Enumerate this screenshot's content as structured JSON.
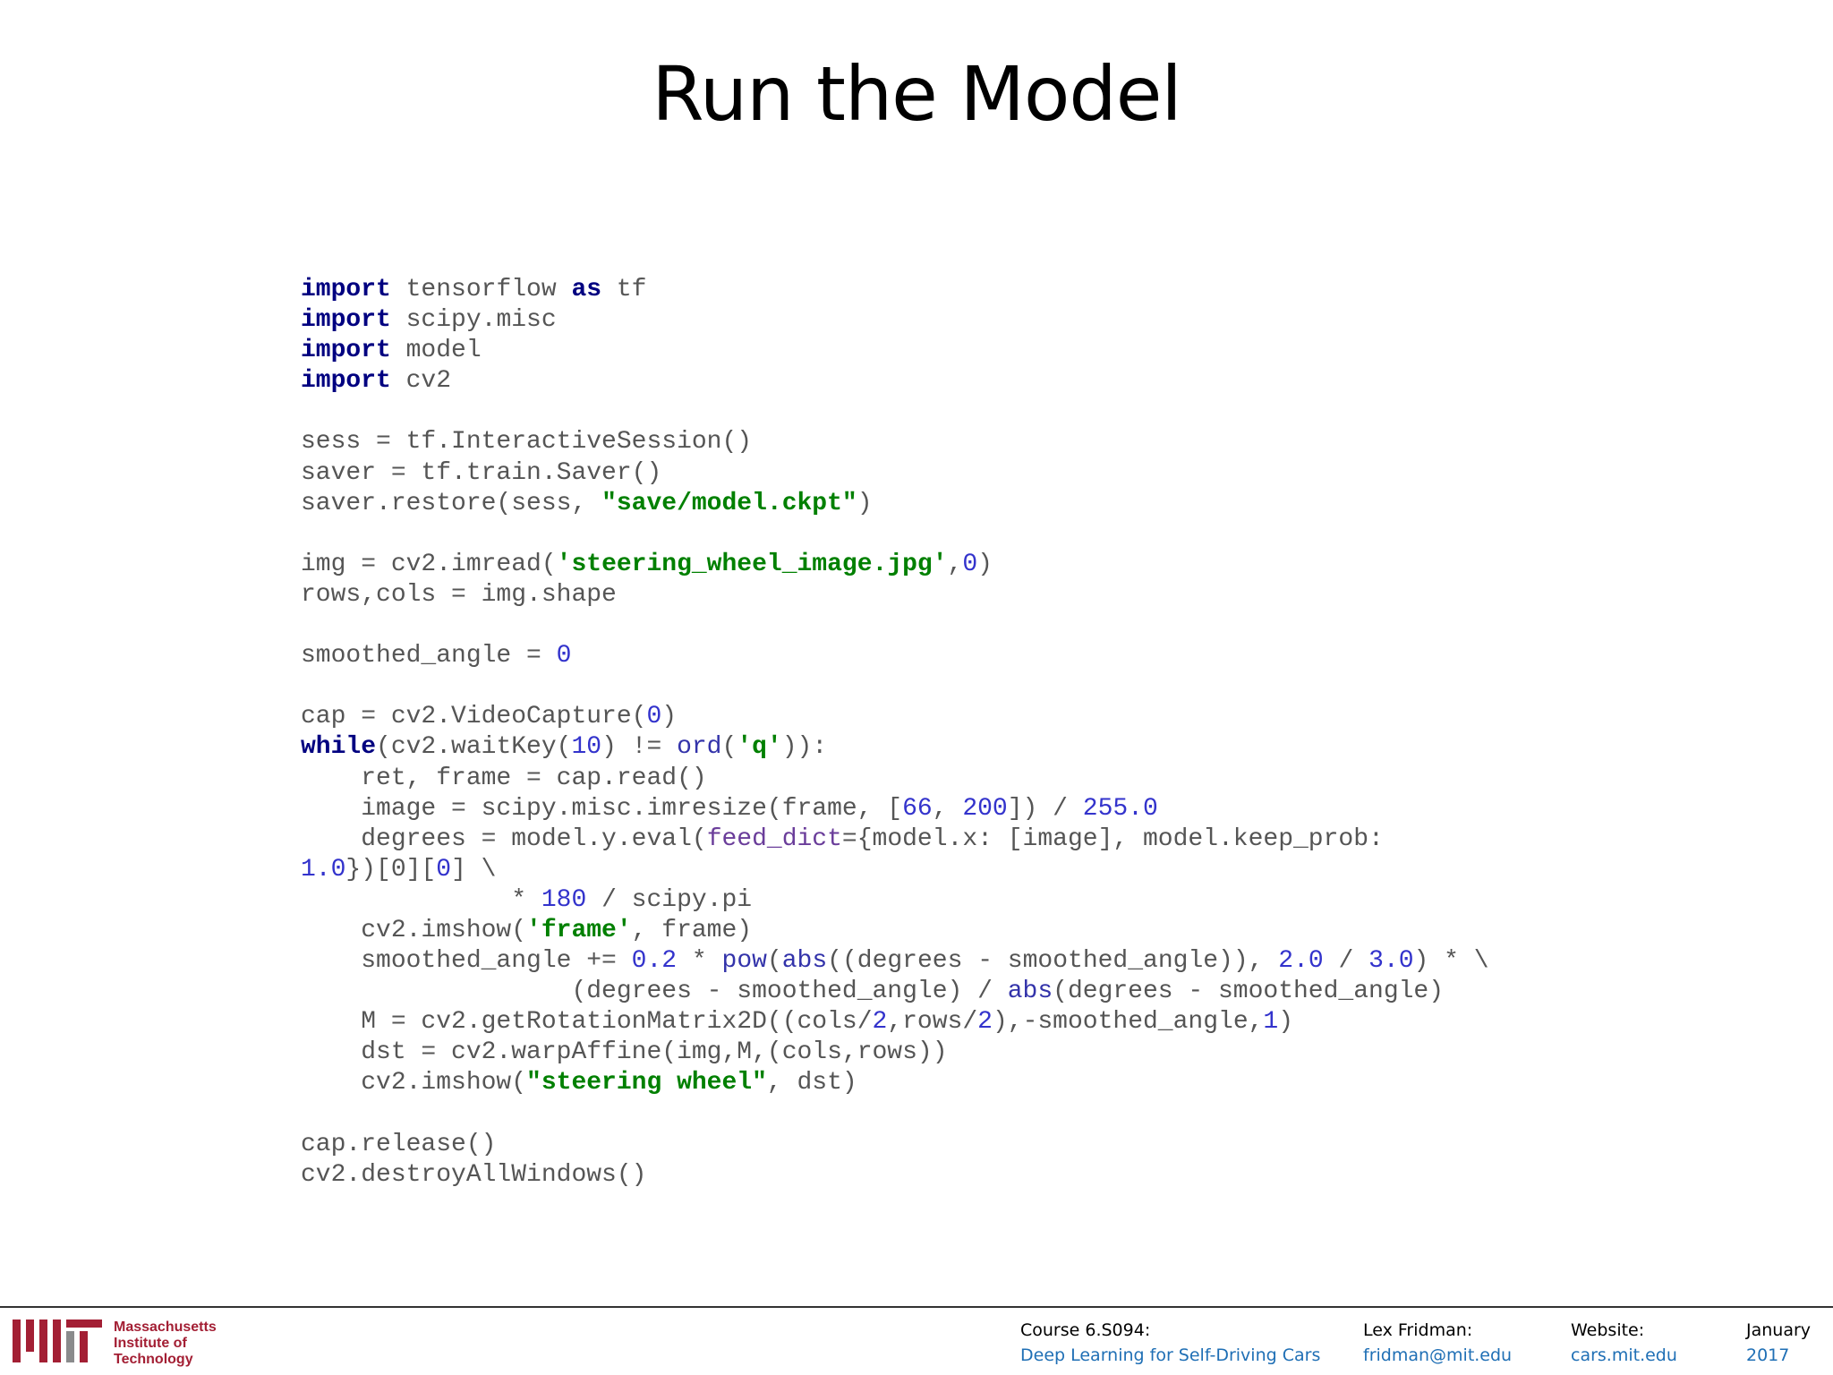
{
  "slide": {
    "title": "Run the Model"
  },
  "code": {
    "lines": [
      [
        [
          "kw",
          "import"
        ],
        [
          "p",
          " tensorflow "
        ],
        [
          "kw",
          "as"
        ],
        [
          "p",
          " tf"
        ]
      ],
      [
        [
          "kw",
          "import"
        ],
        [
          "p",
          " scipy.misc"
        ]
      ],
      [
        [
          "kw",
          "import"
        ],
        [
          "p",
          " model"
        ]
      ],
      [
        [
          "kw",
          "import"
        ],
        [
          "p",
          " cv2"
        ]
      ],
      [],
      [
        [
          "p",
          "sess = tf.InteractiveSession()"
        ]
      ],
      [
        [
          "p",
          "saver = tf.train.Saver()"
        ]
      ],
      [
        [
          "p",
          "saver.restore(sess, "
        ],
        [
          "str",
          "\"save/model.ckpt\""
        ],
        [
          "p",
          ")"
        ]
      ],
      [],
      [
        [
          "p",
          "img = cv2.imread("
        ],
        [
          "str",
          "'steering_wheel_image.jpg'"
        ],
        [
          "p",
          ","
        ],
        [
          "num",
          "0"
        ],
        [
          "p",
          ")"
        ]
      ],
      [
        [
          "p",
          "rows,cols = img.shape"
        ]
      ],
      [],
      [
        [
          "p",
          "smoothed_angle = "
        ],
        [
          "num",
          "0"
        ]
      ],
      [],
      [
        [
          "p",
          "cap = cv2.VideoCapture("
        ],
        [
          "num",
          "0"
        ],
        [
          "p",
          ")"
        ]
      ],
      [
        [
          "kw",
          "while"
        ],
        [
          "p",
          "(cv2.waitKey("
        ],
        [
          "num",
          "10"
        ],
        [
          "p",
          ") != "
        ],
        [
          "fn",
          "ord"
        ],
        [
          "p",
          "("
        ],
        [
          "str",
          "'q'"
        ],
        [
          "p",
          ")):"
        ]
      ],
      [
        [
          "p",
          "    ret, frame = cap.read()"
        ]
      ],
      [
        [
          "p",
          "    image = scipy.misc.imresize(frame, ["
        ],
        [
          "num",
          "66"
        ],
        [
          "p",
          ", "
        ],
        [
          "num",
          "200"
        ],
        [
          "p",
          "]) / "
        ],
        [
          "num",
          "255.0"
        ]
      ],
      [
        [
          "p",
          "    degrees = model.y.eval("
        ],
        [
          "param",
          "feed_dict"
        ],
        [
          "p",
          "={model.x: [image], model.keep_prob:"
        ]
      ],
      [
        [
          "num",
          "1.0"
        ],
        [
          "p",
          "})[0]["
        ],
        [
          "num",
          "0"
        ],
        [
          "p",
          "] \\"
        ]
      ],
      [
        [
          "p",
          "              * "
        ],
        [
          "num",
          "180"
        ],
        [
          "p",
          " / scipy.pi"
        ]
      ],
      [
        [
          "p",
          "    cv2.imshow("
        ],
        [
          "str",
          "'frame'"
        ],
        [
          "p",
          ", frame)"
        ]
      ],
      [
        [
          "p",
          "    smoothed_angle += "
        ],
        [
          "num",
          "0.2"
        ],
        [
          "p",
          " * "
        ],
        [
          "fn",
          "pow"
        ],
        [
          "p",
          "("
        ],
        [
          "fn",
          "abs"
        ],
        [
          "p",
          "((degrees - smoothed_angle)), "
        ],
        [
          "num",
          "2.0"
        ],
        [
          "p",
          " / "
        ],
        [
          "num",
          "3.0"
        ],
        [
          "p",
          ") * \\"
        ]
      ],
      [
        [
          "p",
          "                  (degrees - smoothed_angle) / "
        ],
        [
          "fn",
          "abs"
        ],
        [
          "p",
          "(degrees - smoothed_angle)"
        ]
      ],
      [
        [
          "p",
          "    M = cv2.getRotationMatrix2D((cols/"
        ],
        [
          "num",
          "2"
        ],
        [
          "p",
          ",rows/"
        ],
        [
          "num",
          "2"
        ],
        [
          "p",
          "),-smoothed_angle,"
        ],
        [
          "num",
          "1"
        ],
        [
          "p",
          ")"
        ]
      ],
      [
        [
          "p",
          "    dst = cv2.warpAffine(img,M,(cols,rows))"
        ]
      ],
      [
        [
          "p",
          "    cv2.imshow("
        ],
        [
          "str",
          "\"steering wheel\""
        ],
        [
          "p",
          ", dst)"
        ]
      ],
      [],
      [
        [
          "p",
          "cap.release()"
        ]
      ],
      [
        [
          "p",
          "cv2.destroyAllWindows()"
        ]
      ]
    ]
  },
  "footer": {
    "institution": [
      "Massachusetts",
      "Institute of",
      "Technology"
    ],
    "course_label": "Course 6.S094:",
    "course_value": "Deep Learning for Self-Driving Cars",
    "author_label": "Lex Fridman:",
    "author_value": "fridman@mit.edu",
    "website_label": "Website:",
    "website_value": "cars.mit.edu",
    "date_label": "January",
    "date_value": "2017",
    "colors": {
      "mit_red": "#a31f34",
      "mit_gray": "#8a8b8c",
      "link_blue": "#1f6fb5"
    }
  }
}
